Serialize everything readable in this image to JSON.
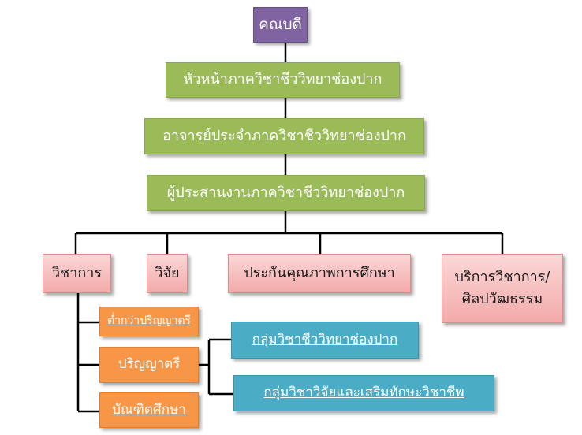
{
  "org_chart": {
    "dean": "คณบดี",
    "department_head": "หัวหน้าภาควิชาชีววิทยาช่องปาก",
    "department_staff": "อาจารย์ประจำภาควิชาชีววิทยาช่องปาก",
    "department_coordinator": "ผู้ประสานงานภาควิชาชีววิทยาช่องปาก",
    "academic": "วิชาการ",
    "research": "วิจัย",
    "quality_assurance": "ประกันคุณภาพการศึกษา",
    "academic_service_line1": "บริการวิชาการ/",
    "academic_service_line2": "ศิลปวัฒธรรม",
    "sub_degree": "ต่ำกว่าปริญญาตรี",
    "bachelor": "ปริญญาตรี",
    "graduate": "บัณฑิตศึกษา",
    "oral_biology_group": "กลุ่มวิชาชีววิทยาช่องปาก",
    "research_group": "กลุ่มวิชาวิจัยและเสริมทักษะวิชาชีพ"
  },
  "colors": {
    "top_box": "#8064a2",
    "level_box": "#9bbb59",
    "function_box": "#f4b6b6",
    "program_box": "#f79646",
    "group_box": "#4bacc6",
    "connector": "#000000"
  }
}
